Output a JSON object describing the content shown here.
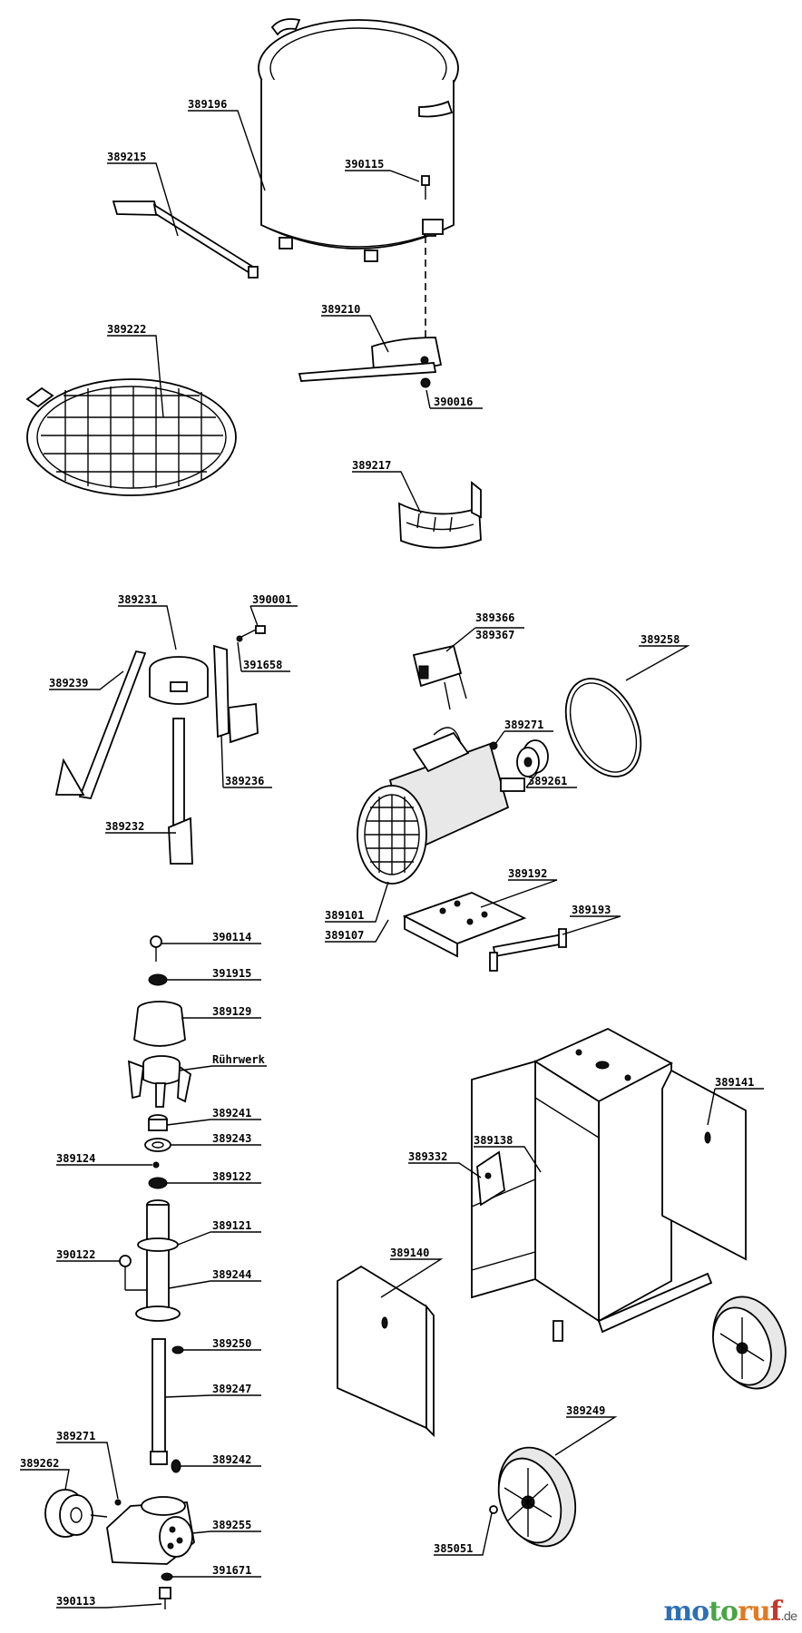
{
  "diagram": {
    "labels": {
      "p389196": "389196",
      "p389215": "389215",
      "p390115": "390115",
      "p389210": "389210",
      "p389222": "389222",
      "p390016": "390016",
      "p389217": "389217",
      "p389231": "389231",
      "p390001": "390001",
      "p391658": "391658",
      "p389239": "389239",
      "p389236": "389236",
      "p389232": "389232",
      "p389366": "389366",
      "p389367": "389367",
      "p389258": "389258",
      "p389271a": "389271",
      "p389261": "389261",
      "p389192": "389192",
      "p389101": "389101",
      "p389107": "389107",
      "p389193": "389193",
      "p390114": "390114",
      "p391915": "391915",
      "p389129": "389129",
      "ruehrwerk": "Rührwerk",
      "p389241": "389241",
      "p389243": "389243",
      "p389124": "389124",
      "p389122": "389122",
      "p389121": "389121",
      "p390122": "390122",
      "p389244": "389244",
      "p389250": "389250",
      "p389247": "389247",
      "p389271b": "389271",
      "p389262": "389262",
      "p389242": "389242",
      "p389255": "389255",
      "p391671": "391671",
      "p390113": "390113",
      "p389141": "389141",
      "p389138": "389138",
      "p389332": "389332",
      "p389140": "389140",
      "p389249": "389249",
      "p385051": "385051"
    }
  },
  "watermark": {
    "logo_text": "motoruf",
    "tld": ".de",
    "colors": [
      "#2e6fb4",
      "#4aa544",
      "#e07b22",
      "#c0392b"
    ]
  }
}
